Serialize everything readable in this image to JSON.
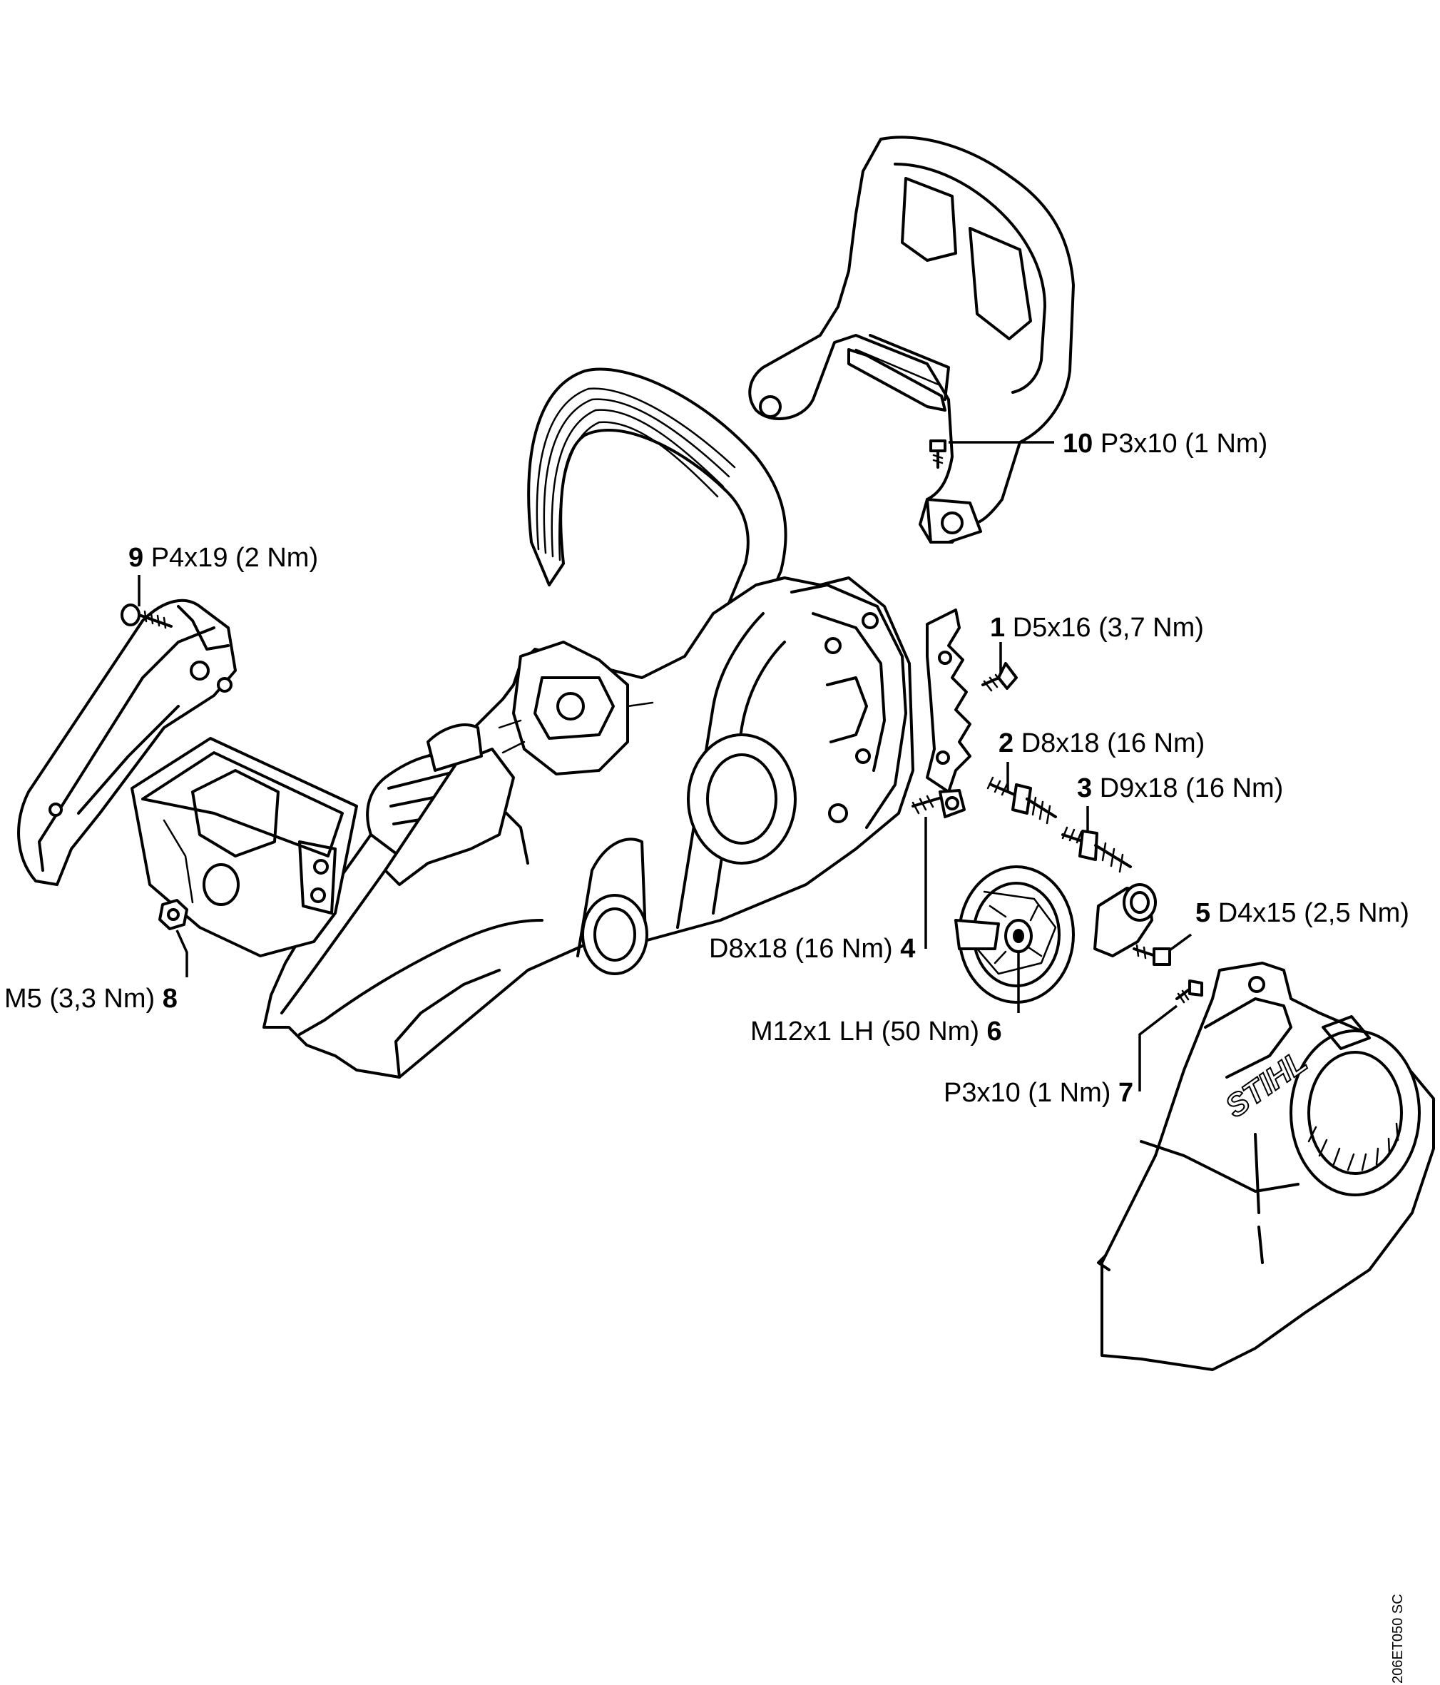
{
  "figure_code": "206ET050 SC",
  "brand_mark": "STIHL",
  "callouts": [
    {
      "num": "10",
      "spec": "P3x10 (1 Nm)"
    },
    {
      "num": "9",
      "spec": "P4x19 (2 Nm)"
    },
    {
      "num": "1",
      "spec": "D5x16 (3,7 Nm)"
    },
    {
      "num": "2",
      "spec": "D8x18 (16 Nm)"
    },
    {
      "num": "3",
      "spec": "D9x18 (16 Nm)"
    },
    {
      "num": "4",
      "spec": "D8x18 (16 Nm)"
    },
    {
      "num": "5",
      "spec": "D4x15 (2,5 Nm)"
    },
    {
      "num": "6",
      "spec": "M12x1 LH (50 Nm)"
    },
    {
      "num": "7",
      "spec": "P3x10 (1 Nm)"
    },
    {
      "num": "8",
      "spec": "M5 (3,3 Nm)"
    }
  ]
}
